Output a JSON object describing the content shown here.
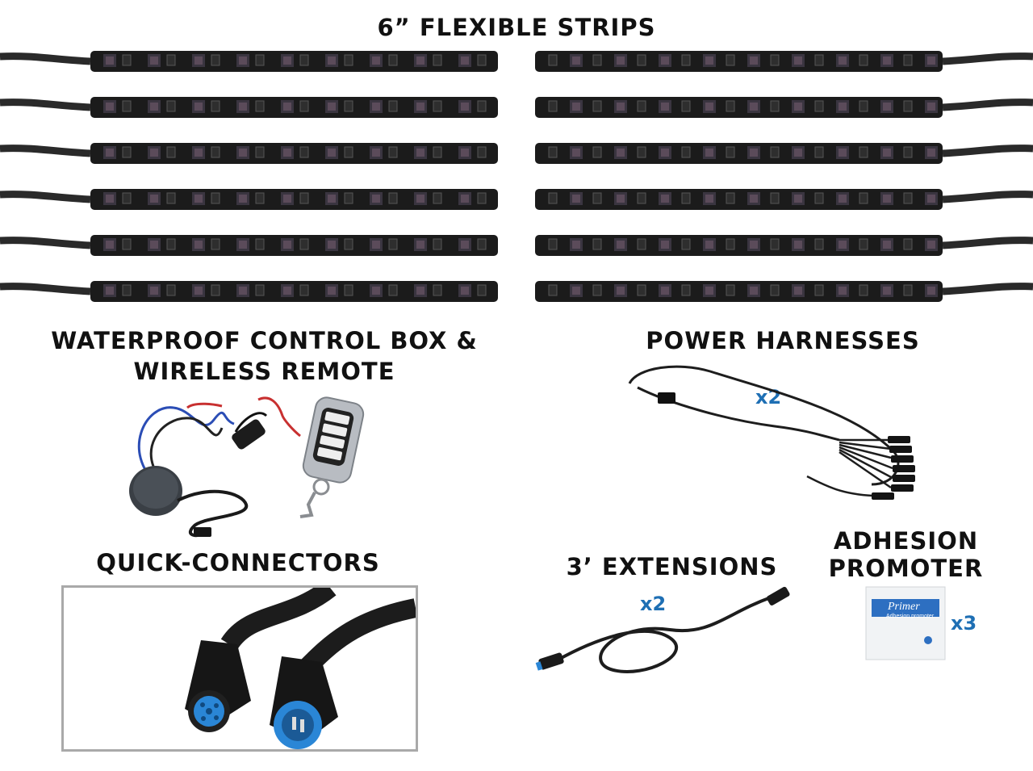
{
  "headings": {
    "strips": "6” FLEXIBLE STRIPS",
    "control_line1": "WATERPROOF CONTROL BOX &",
    "control_line2": "WIRELESS REMOTE",
    "power": "POWER HARNESSES",
    "connectors": "QUICK-CONNECTORS",
    "extensions": "3’ EXTENSIONS",
    "adhesion_line1": "ADHESION",
    "adhesion_line2": "PROMOTER"
  },
  "quantities": {
    "power_harnesses": "x2",
    "extensions": "x2",
    "adhesion_promoter": "x3"
  },
  "primer_packet": {
    "brand": "Primer",
    "subtitle": "Adhesion promoter"
  },
  "strips": {
    "rows": 6,
    "columns": 2
  },
  "colors": {
    "accent_blue": "#1e6fb4",
    "strip_body": "#1b1b1b",
    "cable": "#2a2a2a",
    "connector_blue": "#2a86d6",
    "inset_border": "#a9a9a9"
  }
}
